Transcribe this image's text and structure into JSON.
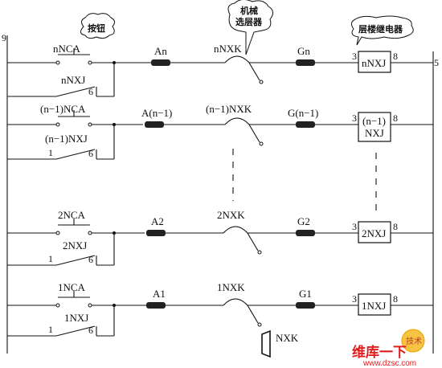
{
  "terminals": {
    "left": "9",
    "right": "5"
  },
  "callouts": {
    "button": "按钮",
    "mech_selector": [
      "机械",
      "选层器"
    ],
    "floor_relay": "层楼继电器"
  },
  "rows": [
    {
      "key": "n",
      "button": "nNCA",
      "contact": "nNXJ",
      "a": "An",
      "selector": "nNXK",
      "g": "Gn",
      "relay": [
        "nNXJ"
      ],
      "pin1": "",
      "pin6": "6",
      "relay_left_pin": "3",
      "relay_right_pin": "8"
    },
    {
      "key": "n1",
      "button": "(n−1)NCA",
      "contact": "(n−1)NXJ",
      "a": "A(n−1)",
      "selector": "(n−1)NXK",
      "g": "G(n−1)",
      "relay": [
        "(n−1)",
        "NXJ"
      ],
      "pin1": "1",
      "pin6": "6",
      "relay_left_pin": "3",
      "relay_right_pin": "8"
    },
    {
      "key": "2",
      "button": "2NCA",
      "contact": "2NXJ",
      "a": "A2",
      "selector": "2NXK",
      "g": "G2",
      "relay": [
        "2NXJ"
      ],
      "pin1": "1",
      "pin6": "6",
      "relay_left_pin": "3",
      "relay_right_pin": "8"
    },
    {
      "key": "1",
      "button": "1NCA",
      "contact": "1NXJ",
      "a": "A1",
      "selector": "1NXK",
      "g": "G1",
      "relay": [
        "1NXJ"
      ],
      "pin1": "1",
      "pin6": "6",
      "relay_left_pin": "3",
      "relay_right_pin": "8"
    }
  ],
  "nxk_label": "NXK",
  "watermark": {
    "line1": "维库一下",
    "line2": "www.dzsc.com",
    "badge": "技术"
  }
}
